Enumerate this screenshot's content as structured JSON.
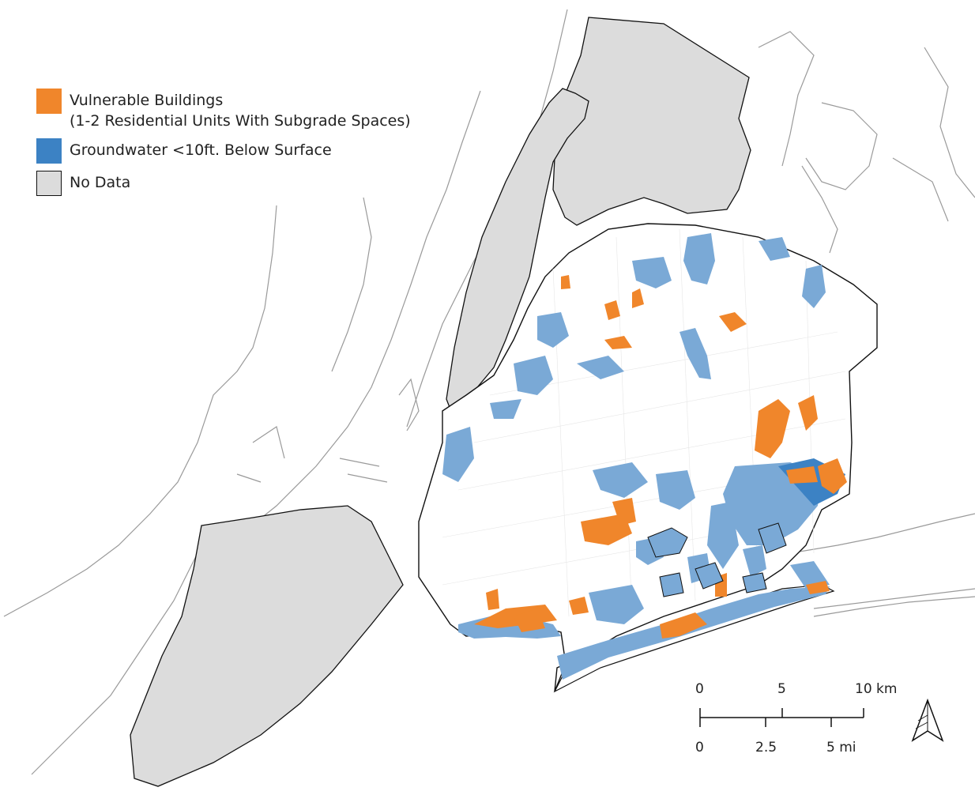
{
  "legend": {
    "items": [
      {
        "label": "Vulnerable Buildings",
        "sublabel": "(1-2 Residential Units With Subgrade Spaces)",
        "color": "#f0862b"
      },
      {
        "label": "Groundwater <10ft. Below Surface",
        "sublabel": "",
        "color": "#3c82c4"
      },
      {
        "label": "No Data",
        "sublabel": "",
        "color": "#dcdcdc"
      }
    ]
  },
  "scalebar": {
    "km_labels": [
      "0",
      "5",
      "10 km"
    ],
    "mi_labels": [
      "0",
      "2.5",
      "5 mi"
    ]
  },
  "north_arrow": {
    "icon": "north-arrow-icon"
  },
  "colors": {
    "land_outline": "#111111",
    "no_data_fill": "#dcdcdc",
    "vulnerable": "#f0862b",
    "groundwater": "#7aa9d6",
    "groundwater_dark": "#3c82c4",
    "context_lines": "#9a9a9a"
  }
}
